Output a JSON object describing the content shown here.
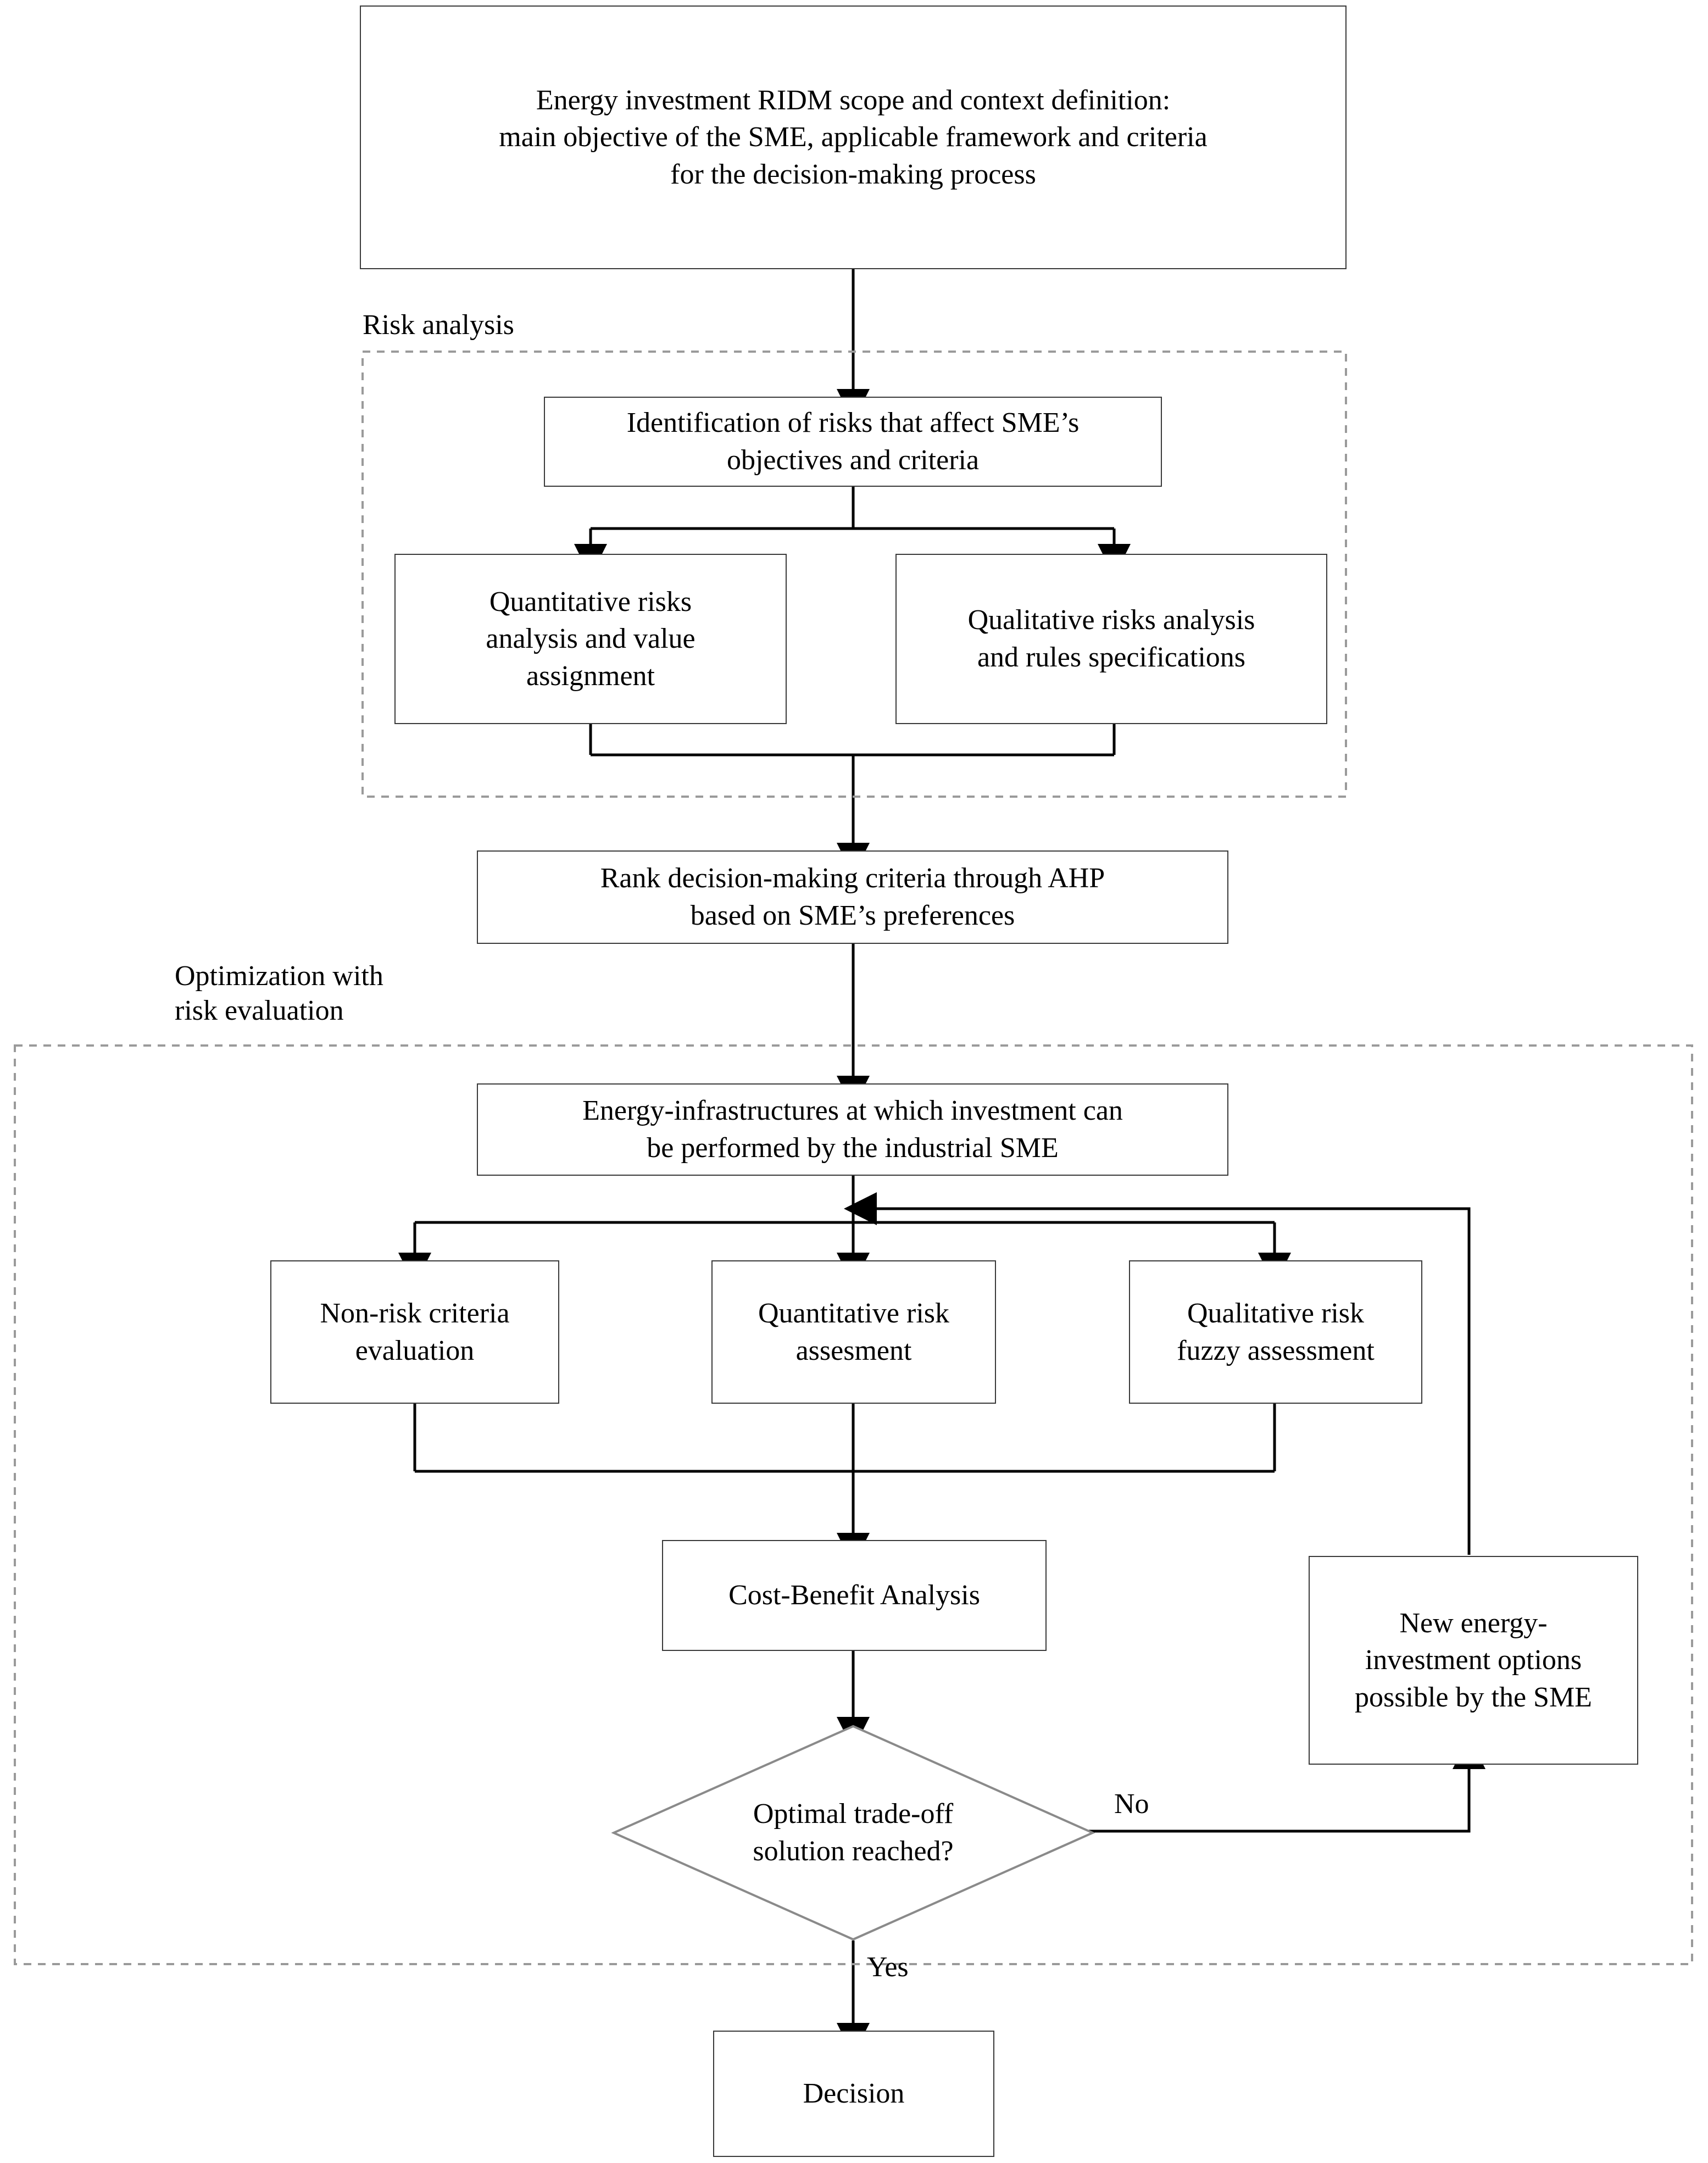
{
  "diagram": {
    "type": "flowchart",
    "title": "Energy investment RIDM decision-making flowchart",
    "colors": {
      "box_border": "#3a3a3a",
      "group_border": "#9a9a9a",
      "connector": "#000000",
      "background": "#ffffff"
    }
  },
  "nodes": {
    "scope": {
      "label": "Energy investment RIDM scope and context definition:\nmain objective of the SME, applicable framework and criteria\nfor the decision-making process",
      "shape": "rectangle"
    },
    "identification": {
      "label": "Identification of risks that affect SME’s\nobjectives and criteria",
      "shape": "rectangle"
    },
    "quant_risks": {
      "label": "Quantitative risks\nanalysis and value\nassignment",
      "shape": "rectangle"
    },
    "qual_risks": {
      "label": "Qualitative risks analysis\nand rules specifications",
      "shape": "rectangle"
    },
    "ahp": {
      "label": "Rank decision-making criteria through AHP\nbased on SME’s preferences",
      "shape": "rectangle"
    },
    "infrastructures": {
      "label": "Energy-infrastructures at which investment can\nbe performed by the industrial SME",
      "shape": "rectangle"
    },
    "non_risk": {
      "label": "Non-risk criteria\nevaluation",
      "shape": "rectangle"
    },
    "quant_assessment": {
      "label": "Quantitative risk\nassesment",
      "shape": "rectangle"
    },
    "qual_assessment": {
      "label": "Qualitative risk\nfuzzy assessment",
      "shape": "rectangle"
    },
    "cost_benefit": {
      "label": "Cost-Benefit Analysis",
      "shape": "rectangle"
    },
    "new_options": {
      "label": "New energy-\ninvestment options\npossible by the SME",
      "shape": "rectangle"
    },
    "optimal": {
      "label": "Optimal trade-off\nsolution reached?",
      "shape": "diamond"
    },
    "decision": {
      "label": "Decision",
      "shape": "rectangle"
    }
  },
  "groups": {
    "risk_analysis": {
      "label": "Risk analysis",
      "style": "dashed"
    },
    "optimization": {
      "label": "Optimization with\nrisk evaluation",
      "style": "dashed"
    }
  },
  "edge_labels": {
    "no": "No",
    "yes": "Yes"
  }
}
